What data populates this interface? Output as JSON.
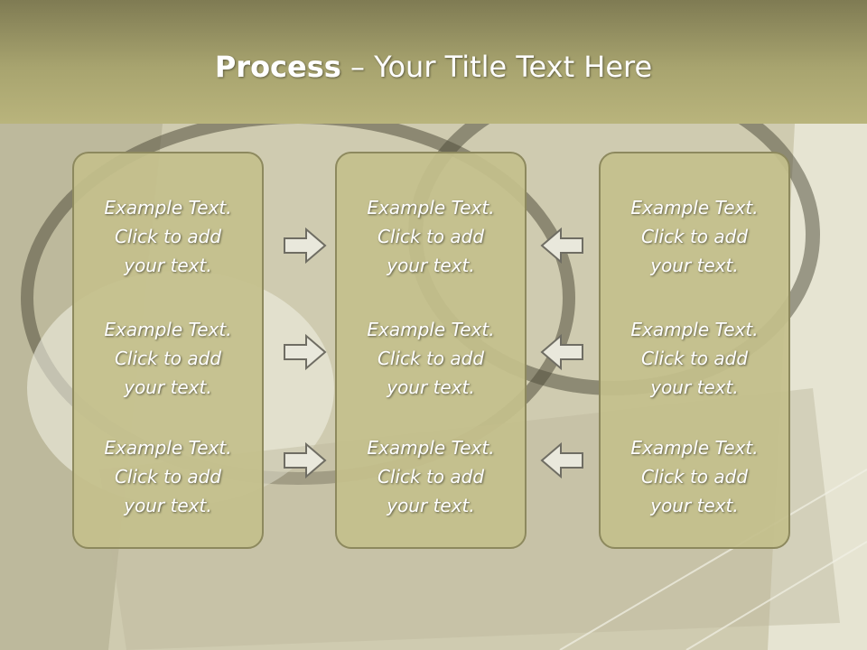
{
  "slide": {
    "title_bold": "Process",
    "title_rest": " – Your Title Text Here"
  },
  "columns": [
    {
      "items": [
        "Example Text.\nClick  to add\nyour text.",
        "Example Text.\nClick  to add\nyour text.",
        "Example Text.\nClick  to add\nyour text."
      ]
    },
    {
      "items": [
        "Example Text.\nClick  to add\nyour text.",
        "Example Text.\nClick  to add\nyour text.",
        "Example Text.\nClick  to add\nyour text."
      ]
    },
    {
      "items": [
        "Example Text.\nClick  to add\nyour text.",
        "Example Text.\nClick  to add\nyour text.",
        "Example Text.\nClick  to add\nyour text."
      ]
    }
  ],
  "arrows": {
    "left_group": "right-arrow-icon",
    "right_group": "left-arrow-icon"
  },
  "colors": {
    "header": "#a8a46f",
    "box_fill": "#c4c08c",
    "box_border": "#8d895e",
    "text": "#ffffff"
  }
}
